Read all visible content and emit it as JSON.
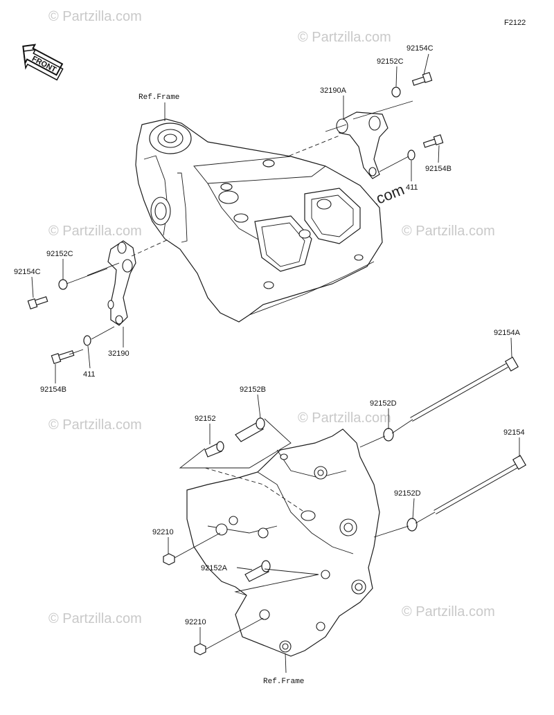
{
  "figure_code": "F2122",
  "front_badge": "FRONT",
  "ref_labels": [
    "Ref.Frame",
    "Ref.Frame"
  ],
  "watermark_text": "© Partzilla.com",
  "part_labels": {
    "p92154C_top": "92154C",
    "p92152C_top": "92152C",
    "p32190A": "32190A",
    "p92154B_top": "92154B",
    "p411_top": "411",
    "p92152C_left": "92152C",
    "p92154C_left": "92154C",
    "p32190": "32190",
    "p411_left": "411",
    "p92154B_left": "92154B",
    "p92154A": "92154A",
    "p92152B": "92152B",
    "p92152": "92152",
    "p92152D_top": "92152D",
    "p92154": "92154",
    "p92152D_mid": "92152D",
    "p92210_mid": "92210",
    "p92152A": "92152A",
    "p92210_bot": "92210"
  }
}
